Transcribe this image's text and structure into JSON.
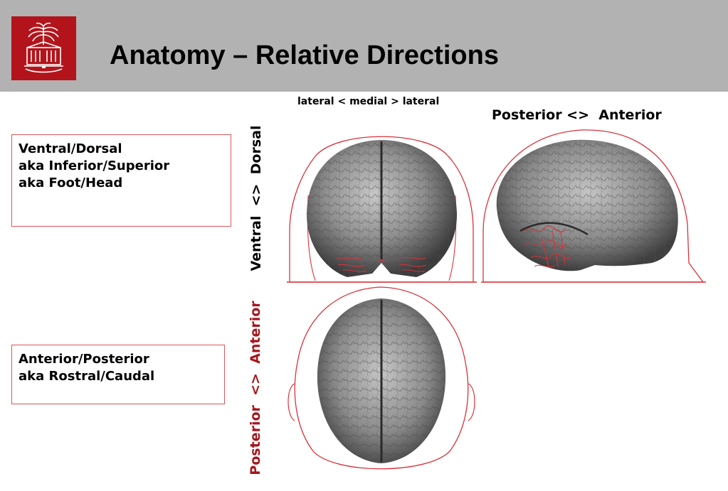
{
  "slide": {
    "title": "Anatomy – Relative Directions"
  },
  "boxes": {
    "ventral_dorsal": {
      "lines": [
        "Ventral/Dorsal",
        "aka Inferior/Superior",
        "aka Foot/Head"
      ]
    },
    "anterior_posterior": {
      "lines": [
        "Anterior/Posterior",
        "aka Rostral/Caudal"
      ]
    }
  },
  "labels": {
    "lateral_medial": "lateral < medial > lateral",
    "posterior_anterior": "Posterior <>  Anterior",
    "ventral_dorsal_vertical": "Ventral  <>  Dorsal",
    "posterior_anterior_vertical": "Posterior  <>  Anterior"
  },
  "colors": {
    "header_bg": "#b2b2b2",
    "logo_bg": "#b3141b",
    "box_border": "#d9575d",
    "outline_red": "#d9323a",
    "accent_red": "#a8141b"
  },
  "images": {
    "coronal": "brain-coronal-view",
    "sagittal": "brain-sagittal-view",
    "axial": "brain-axial-view",
    "logo": "university-palmetto-seal"
  }
}
